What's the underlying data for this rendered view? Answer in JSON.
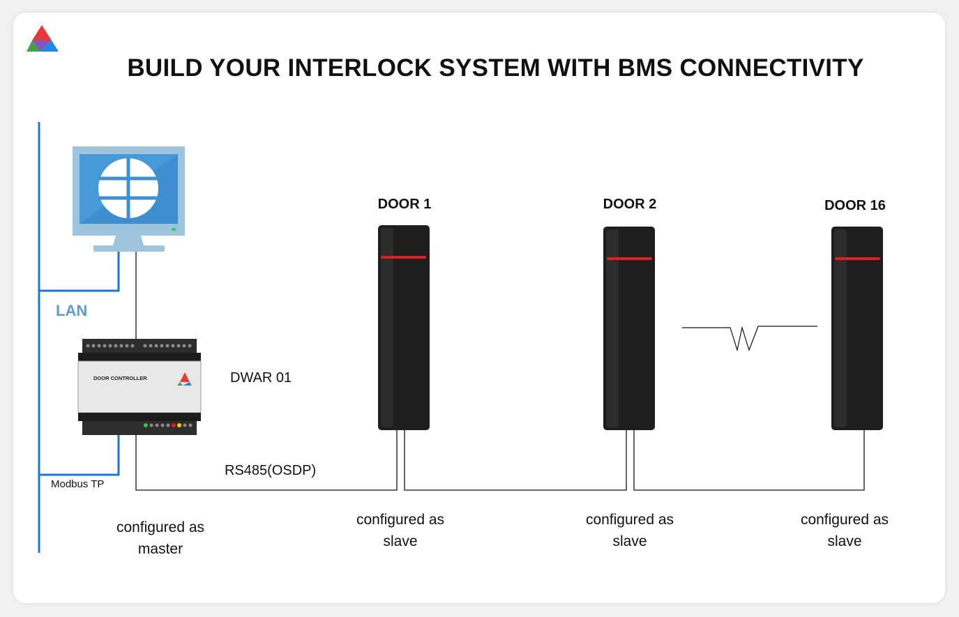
{
  "title": "BUILD YOUR INTERLOCK SYSTEM WITH BMS CONNECTIVITY",
  "logo": {
    "icon": "triangle-logo-icon",
    "colors": [
      "#e53935",
      "#43a047",
      "#1e88e5"
    ]
  },
  "network": {
    "lan_label": "LAN",
    "modbus_label": "Modbus TP",
    "bus_label": "RS485(OSDP)",
    "bus_color": "#1976d2"
  },
  "controller": {
    "device_label": "DWAR 01",
    "panel_text": "DOOR CONTROLLER",
    "role": {
      "line1": "configured as",
      "line2": "master"
    }
  },
  "doors": [
    {
      "label": "DOOR 1",
      "role1": "configured as",
      "role2": "slave"
    },
    {
      "label": "DOOR 2",
      "role1": "configured as",
      "role2": "slave"
    },
    {
      "label": "DOOR 16",
      "role1": "configured as",
      "role2": "slave"
    }
  ],
  "colors": {
    "reader_body": "#1e1e1e",
    "reader_led": "#e02020",
    "monitor_frame": "#9ec3dc",
    "monitor_screen": "#3d8fd0"
  }
}
